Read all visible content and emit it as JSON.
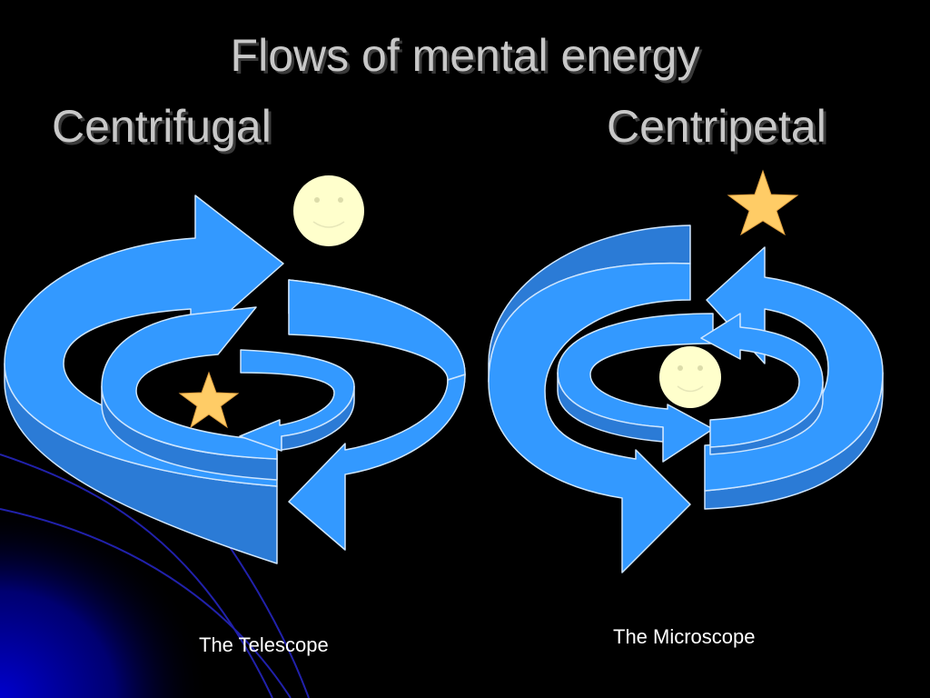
{
  "slide": {
    "title": "Flows of mental energy",
    "left_heading": "Centrifugal",
    "right_heading": "Centripetal",
    "left_caption": "The Telescope",
    "right_caption": "The Microscope"
  },
  "colors": {
    "background": "#000000",
    "corner_gradient": "#0000cc",
    "arrow_light": "#3399ff",
    "arrow_dark": "#2b7bd6",
    "arrow_edge": "#cfe6ff",
    "title_text": "#c8c8c8",
    "smiley": "#ffffcc",
    "star": "#ffcc66"
  },
  "icons": {
    "left_diagram": [
      "outer-arrow-icon",
      "inner-arrow-icon",
      "smiley-icon",
      "star-icon"
    ],
    "right_diagram": [
      "outer-arrow-icon",
      "inner-arrow-icon",
      "smiley-icon",
      "star-icon"
    ]
  }
}
